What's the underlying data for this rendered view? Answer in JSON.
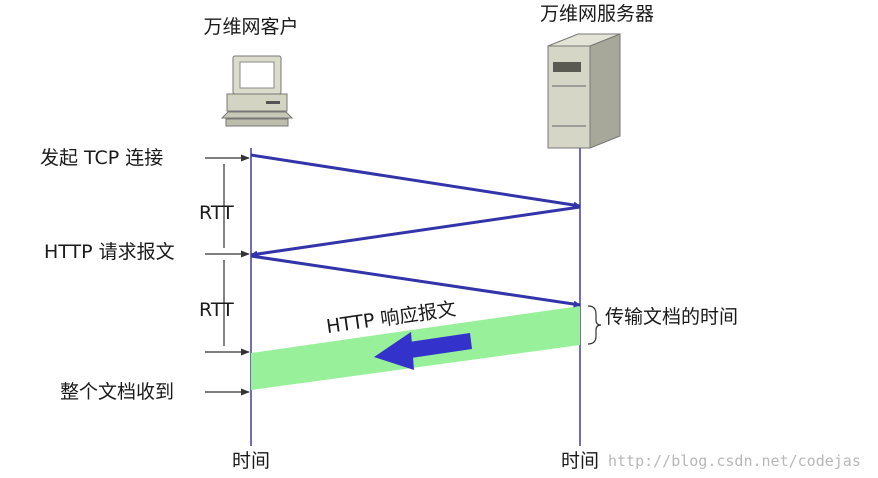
{
  "client": {
    "title": "万维网客户",
    "icon": "desktop-computer-icon"
  },
  "server": {
    "title": "万维网服务器",
    "icon": "server-tower-icon"
  },
  "left_labels": {
    "tcp_connect": "发起 TCP 连接",
    "rtt_1": "RTT",
    "http_request": "HTTP 请求报文",
    "rtt_2": "RTT",
    "whole_doc_received": "整个文档收到"
  },
  "http_response": "HTTP 响应报文",
  "transfer_time": "传输文档的时间",
  "time_axis": {
    "client": "时间",
    "server": "时间"
  },
  "watermark": "http://blog.csdn.net/codejas",
  "colors": {
    "arrow": "#3333aa",
    "timeline": "#4a4aa8",
    "transfer_band": "#99f09b",
    "bracket": "#333333"
  }
}
